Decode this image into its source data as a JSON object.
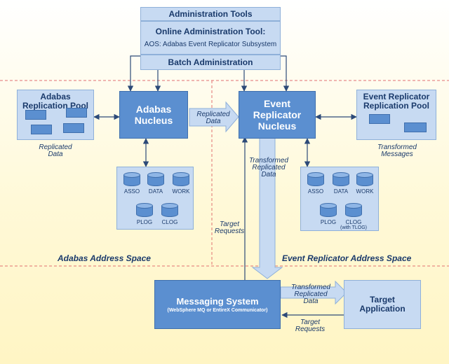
{
  "admin": {
    "tools": "Administration Tools",
    "online": "Online Administration Tool:",
    "aos": "AOS: Adabas Event Replicator Subsystem",
    "batch": "Batch Administration"
  },
  "adabas_pool": "Adabas\nReplication Pool",
  "adabas_nucleus": "Adabas\nNucleus",
  "replicated_data_arrow": "Replicated\nData",
  "er_nucleus": "Event\nReplicator\nNucleus",
  "er_pool": "Event Replicator\nReplication Pool",
  "replicated_data_label": "Replicated\nData",
  "transformed_messages_label": "Transformed\nMessages",
  "transformed_replicated_label": "Transformed\nReplicated\nData",
  "target_requests_left": "Target\nRequests",
  "adabas_db": {
    "asso": "ASSO",
    "data": "DATA",
    "work": "WORK",
    "plog": "PLOG",
    "clog": "CLOG"
  },
  "er_db": {
    "asso": "ASSO",
    "data": "DATA",
    "work": "WORK",
    "plog": "PLOG",
    "clog": "CLOG",
    "clog_note": "(with TLOG)"
  },
  "adabas_space": "Adabas Address Space",
  "er_space": "Event Replicator Address Space",
  "messaging": {
    "title": "Messaging System",
    "sub": "(WebSphere MQ or EntireX Communicator)"
  },
  "transformed_replicated_arrow": "Transformed\nReplicated\nData",
  "target_requests_bottom": "Target\nRequests",
  "target_app": "Target\nApplication",
  "colors": {
    "dark_box": "#5b8fd0",
    "light_box": "#c7daf2",
    "text": "#1a3a6b",
    "divider": "#e07070"
  }
}
